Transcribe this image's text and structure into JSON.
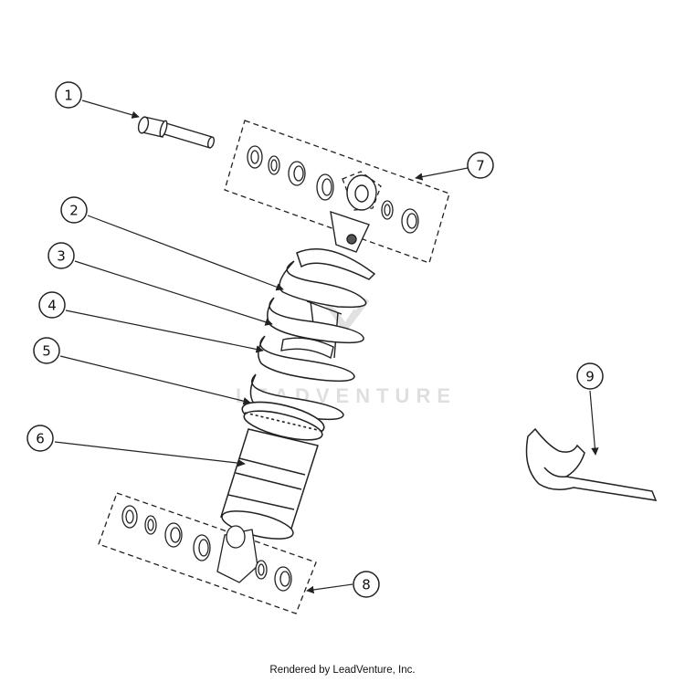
{
  "callouts": [
    {
      "number": "1"
    },
    {
      "number": "2"
    },
    {
      "number": "3"
    },
    {
      "number": "4"
    },
    {
      "number": "5"
    },
    {
      "number": "6"
    },
    {
      "number": "7"
    },
    {
      "number": "8"
    },
    {
      "number": "9"
    }
  ],
  "watermark": "LEADVENTURE",
  "footer": "Rendered by LeadVenture, Inc.",
  "colors": {
    "line": "#222222",
    "watermark": "#dcdcdc",
    "background": "#ffffff"
  }
}
